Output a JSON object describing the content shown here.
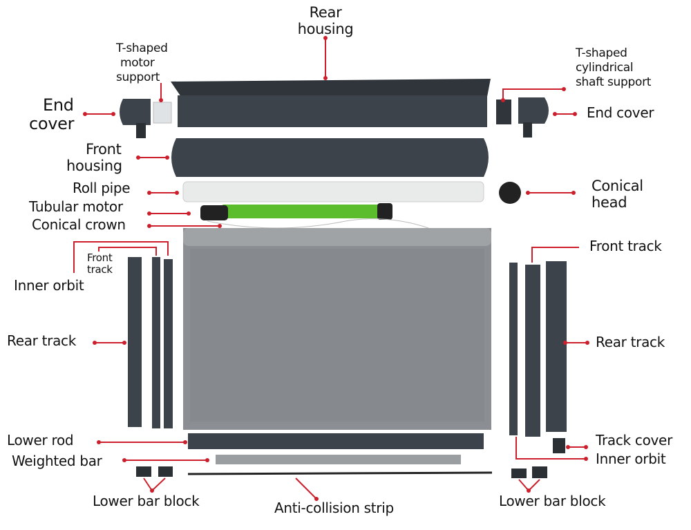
{
  "colors": {
    "callout": "#cc1f2b",
    "housing": "#3c434a",
    "curtain": "#8b8f93",
    "motor": "#5bbd2b",
    "pipe": "#e9ebeb"
  },
  "labels": {
    "rear_housing": [
      "Rear",
      "housing"
    ],
    "t_motor_support": [
      "T-shaped",
      "motor",
      "support"
    ],
    "end_cover_left": [
      "End",
      "cover"
    ],
    "front_housing": [
      "Front",
      "housing"
    ],
    "roll_pipe": "Roll pipe",
    "tubular_motor": "Tubular motor",
    "conical_crown": "Conical crown",
    "t_shaft_support": [
      "T-shaped",
      "cylindrical",
      "shaft support"
    ],
    "end_cover_right": "End cover",
    "conical_head": [
      "Conical",
      "head"
    ],
    "front_track_left": [
      "Front",
      "track"
    ],
    "inner_orbit_left": "Inner orbit",
    "rear_track_left": "Rear track",
    "front_track_right": "Front track",
    "rear_track_right": "Rear track",
    "lower_rod": "Lower rod",
    "weighted_bar": "Weighted bar",
    "lower_bar_block_left": "Lower bar block",
    "anti_collision_strip": "Anti-collision strip",
    "lower_bar_block_right": "Lower bar block",
    "track_cover": "Track cover",
    "inner_orbit_right": "Inner orbit"
  }
}
